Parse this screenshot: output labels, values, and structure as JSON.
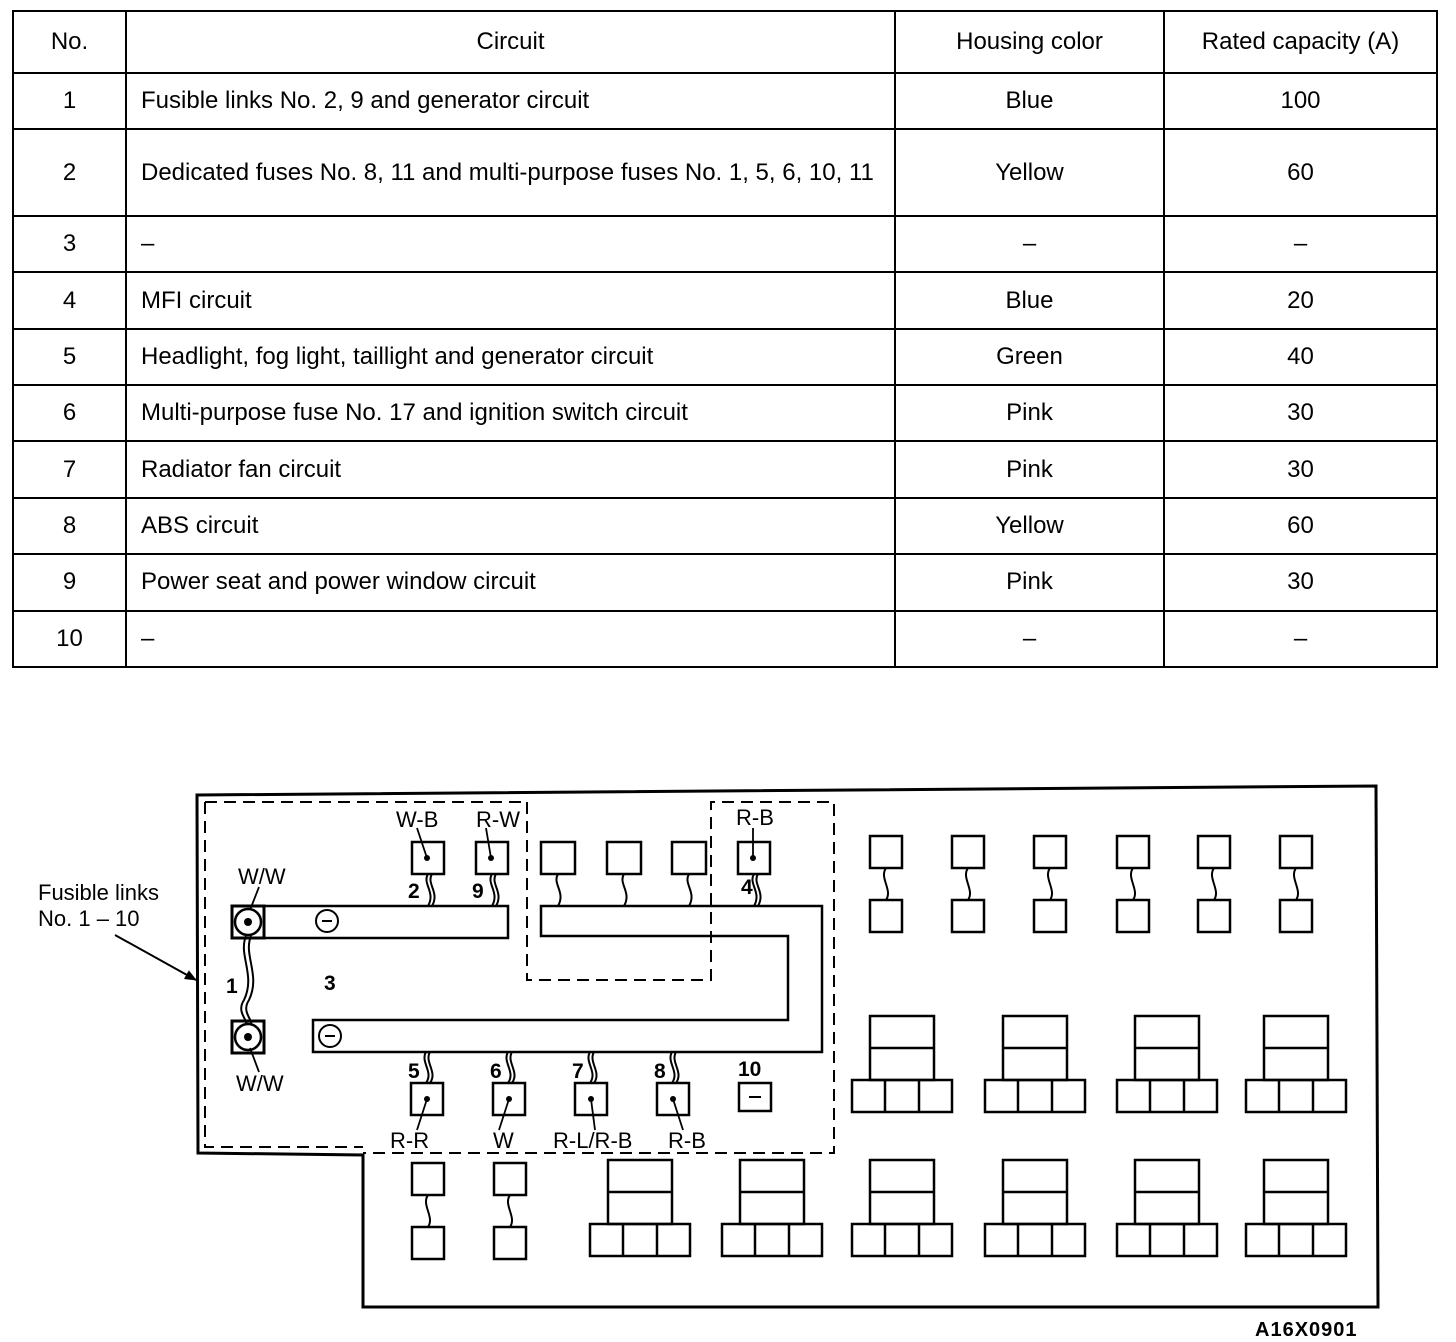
{
  "table": {
    "headers": [
      "No.",
      "Circuit",
      "Housing color",
      "Rated capacity (A)"
    ],
    "rows": [
      {
        "no": "1",
        "circuit": "Fusible links No. 2, 9 and generator circuit",
        "color": "Blue",
        "capacity": "100"
      },
      {
        "no": "2",
        "circuit": "Dedicated fuses No. 8, 11 and multi-purpose fuses No. 1, 5, 6, 10, 11",
        "color": "Yellow",
        "capacity": "60"
      },
      {
        "no": "3",
        "circuit": "–",
        "color": "–",
        "capacity": "–"
      },
      {
        "no": "4",
        "circuit": "MFI circuit",
        "color": "Blue",
        "capacity": "20"
      },
      {
        "no": "5",
        "circuit": "Headlight, fog light, taillight and generator circuit",
        "color": "Green",
        "capacity": "40"
      },
      {
        "no": "6",
        "circuit": "Multi-purpose fuse No. 17 and ignition switch circuit",
        "color": "Pink",
        "capacity": "30"
      },
      {
        "no": "7",
        "circuit": "Radiator fan circuit",
        "color": "Pink",
        "capacity": "30"
      },
      {
        "no": "8",
        "circuit": "ABS circuit",
        "color": "Yellow",
        "capacity": "60"
      },
      {
        "no": "9",
        "circuit": "Power seat and power window circuit",
        "color": "Pink",
        "capacity": "30"
      },
      {
        "no": "10",
        "circuit": "–",
        "color": "–",
        "capacity": "–"
      }
    ]
  },
  "diagram": {
    "callout": [
      "Fusible links",
      "No. 1 – 10"
    ],
    "link_numbers": [
      "1",
      "2",
      "3",
      "4",
      "5",
      "6",
      "7",
      "8",
      "9",
      "10"
    ],
    "wire_colors": {
      "link2": "W-B",
      "link9": "R-W",
      "link4": "R-B",
      "link1_top": "W/W",
      "link1_bottom": "W/W",
      "link5": "R-R",
      "link6": "W",
      "link7": "R-L/R-B",
      "link8": "R-B"
    },
    "figure_code": "A16X0901"
  }
}
